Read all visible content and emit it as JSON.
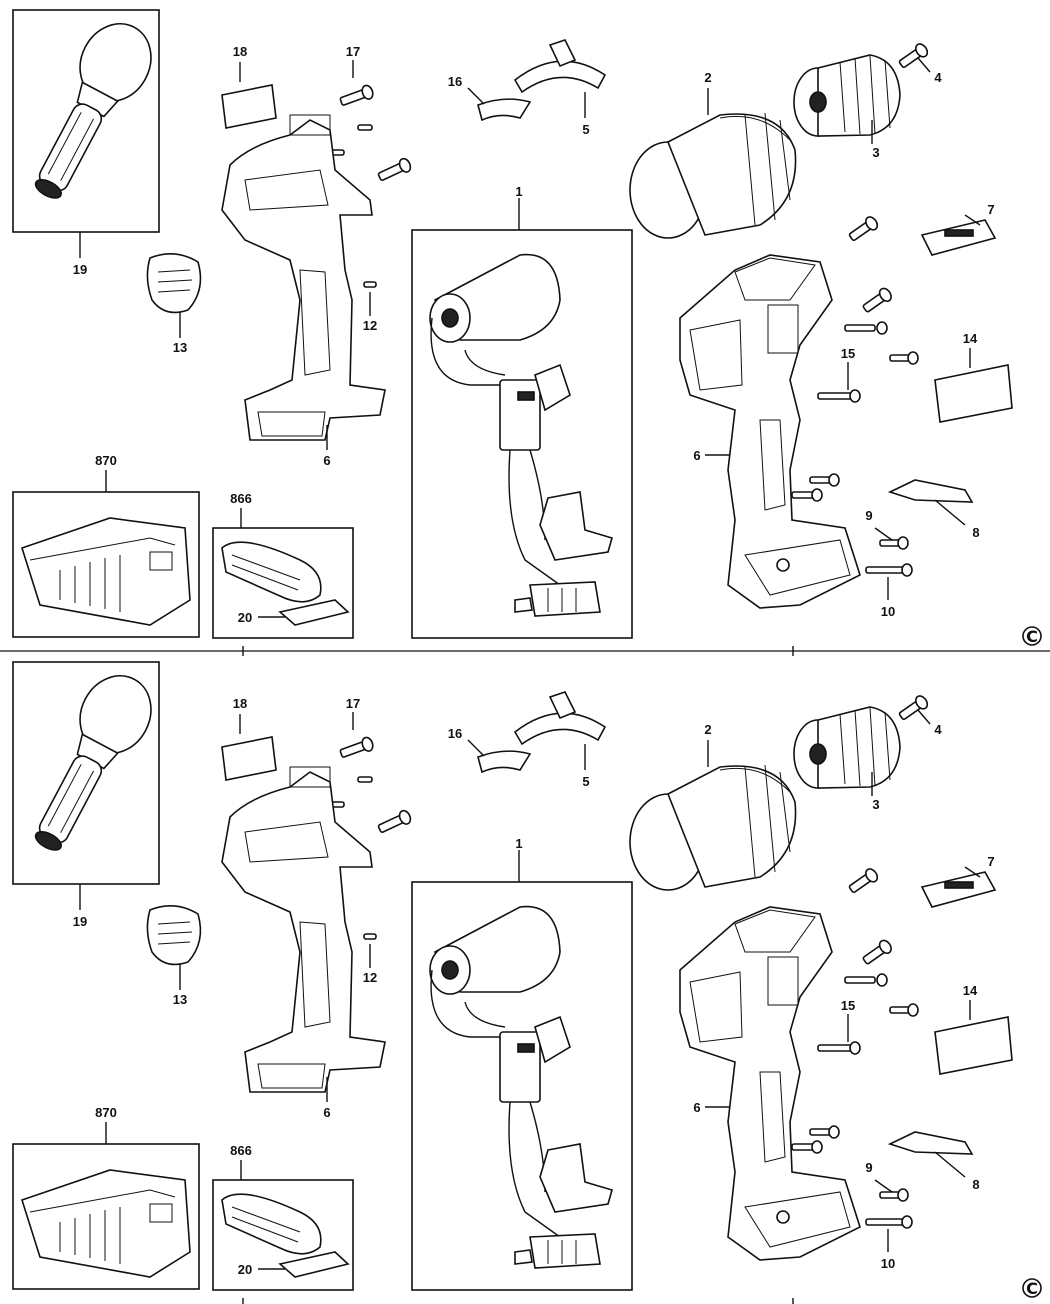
{
  "copyright_symbol": "C",
  "panels": [
    {
      "labels": {
        "p1": "1",
        "p2": "2",
        "p3": "3",
        "p4": "4",
        "p5": "5",
        "p6a": "6",
        "p6b": "6",
        "p7": "7",
        "p8": "8",
        "p9": "9",
        "p10": "10",
        "p12": "12",
        "p13": "13",
        "p14": "14",
        "p15": "15",
        "p16": "16",
        "p17": "17",
        "p18": "18",
        "p19": "19",
        "p20": "20",
        "p866": "866",
        "p870": "870"
      }
    },
    {
      "labels": {
        "p1": "1",
        "p2": "2",
        "p3": "3",
        "p4": "4",
        "p5": "5",
        "p6a": "6",
        "p6b": "6",
        "p7": "7",
        "p8": "8",
        "p9": "9",
        "p10": "10",
        "p12": "12",
        "p13": "13",
        "p14": "14",
        "p15": "15",
        "p16": "16",
        "p17": "17",
        "p18": "18",
        "p19": "19",
        "p20": "20",
        "p866": "866",
        "p870": "870"
      }
    }
  ]
}
